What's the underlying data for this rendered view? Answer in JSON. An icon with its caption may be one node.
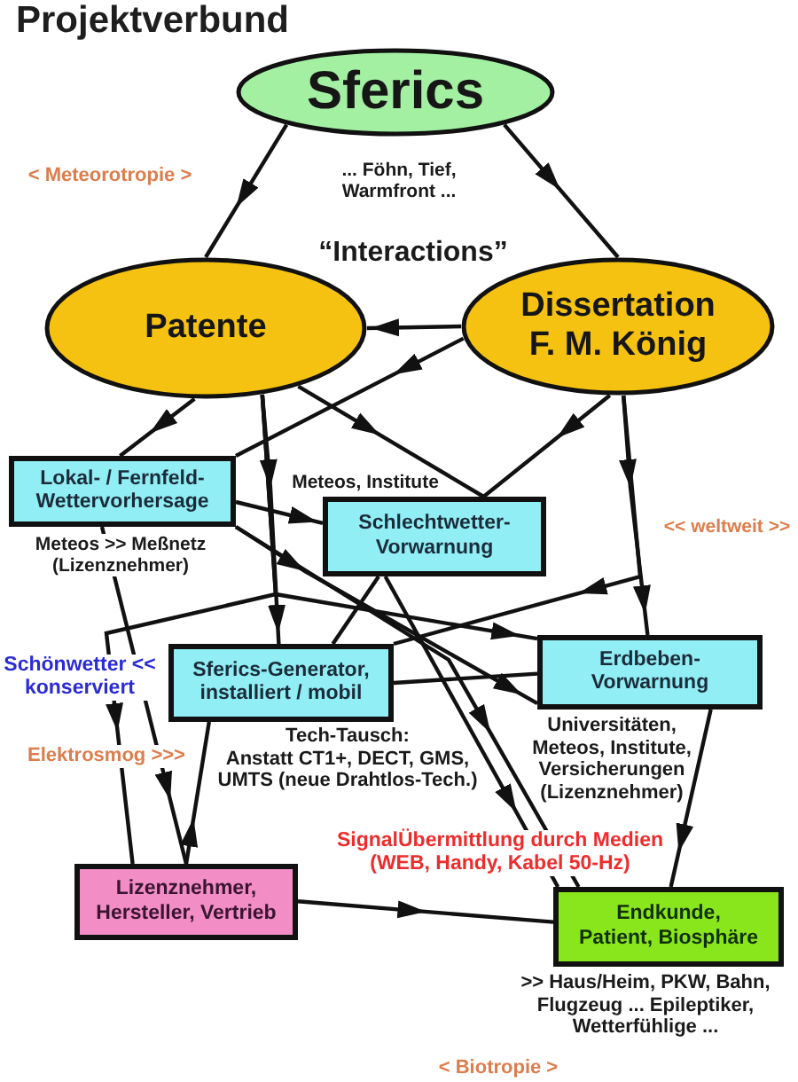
{
  "diagram": {
    "title": "Projektverbund",
    "nodes": [
      {
        "text": [
          "Sferics"
        ]
      },
      {
        "text": [
          "Patente"
        ]
      },
      {
        "text": [
          "Dissertation F. M. König"
        ]
      },
      {
        "text": [
          "Lokal- / Fernfeld- Wettervorhersage"
        ],
        "beside": [
          "Meteos >> Meßnetz (Lizenznehmer)"
        ]
      },
      {
        "text": [
          "Schlechtwetter- Vorwarnung"
        ],
        "beside": [
          "Meteos, Institute"
        ]
      },
      {
        "text": [
          "Sferics-Generator, installiert / mobil"
        ],
        "beside": [
          "Tech-Tausch: Anstatt CT1+, DECT, GMS, UMTS (neue Drahtlos-Tech.)"
        ]
      },
      {
        "text": [
          "Erdbeben- Vorwarnung"
        ],
        "beside": [
          "Universitäten, Meteos, Institute, Versicherungen (Lizenznehmer)"
        ]
      },
      {
        "text": [
          "Lizenznehmer, Hersteller, Vertrieb"
        ]
      },
      {
        "text": [
          "Endkunde, Patient, Biosphäre"
        ],
        "beside": [
          ">> Haus/Heim, PKW, Bahn, Flugzeug ... Epileptiker, Wetterfühlige ..."
        ]
      }
    ],
    "edges": [
      {
        "from": 0,
        "to": 1,
        "arrow": "to"
      },
      {
        "from": 0,
        "to": 2,
        "arrow": "to"
      },
      {
        "from": 2,
        "to": 1,
        "arrow": "to"
      },
      {
        "from": 2,
        "to": 3,
        "arrow": "to"
      },
      {
        "from": 1,
        "to": 3,
        "arrow": "to"
      },
      {
        "from": 1,
        "to": 4,
        "arrow": "to"
      },
      {
        "from": 2,
        "to": 4,
        "arrow": "to"
      },
      {
        "from": 3,
        "to": 4,
        "arrow": "to"
      },
      {
        "from": 1,
        "to": 5,
        "arrow": "to"
      },
      {
        "from": 1,
        "to": 6,
        "arrow": "to"
      },
      {
        "from": 1,
        "to": 7,
        "arrow": "to"
      },
      {
        "from": 2,
        "to": 6,
        "arrow": "to"
      },
      {
        "from": 2,
        "to": 5,
        "arrow": "to"
      },
      {
        "from": 3,
        "to": 6,
        "arrow": "to"
      },
      {
        "from": 3,
        "to": 8,
        "arrow": "to"
      },
      {
        "from": 3,
        "to": 7,
        "arrow": "to"
      },
      {
        "from": 4,
        "to": 5,
        "arrow": "none"
      },
      {
        "from": 4,
        "to": 8,
        "arrow": "to"
      },
      {
        "from": 5,
        "to": 6,
        "arrow": "none"
      },
      {
        "from": 7,
        "to": 5,
        "arrow": "to"
      },
      {
        "from": 7,
        "to": 8,
        "arrow": "to"
      },
      {
        "from": 6,
        "to": 8,
        "arrow": "to"
      }
    ],
    "labels": [
      "< Meteorotropie >",
      "... Föhn, Tief, Warmfront ...",
      "“Interactions”",
      "<< weltweit >>",
      "Schönwetter << konserviert",
      "Elektrosmog >>>",
      "SignalÜbermittlung durch Medien (WEB, Handy, Kabel 50-Hz)",
      "< Biotropie >"
    ]
  }
}
